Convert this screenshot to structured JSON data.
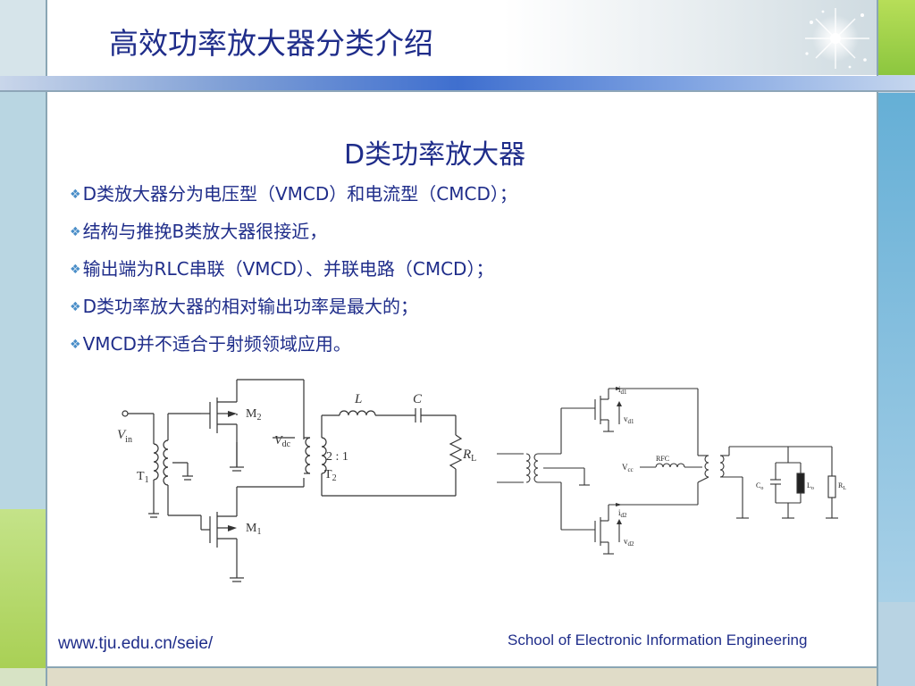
{
  "slide": {
    "title": "高效功率放大器分类介绍",
    "subtitle": "D类功率放大器",
    "bullets": [
      "D类放大器分为电压型（VMCD）和电流型（CMCD）；",
      "结构与推挽B类放大器很接近，",
      "输出端为RLC串联（VMCD）、并联电路（CMCD）；",
      "D类功率放大器的相对输出功率是最大的；",
      "VMCD并不适合于射频领域应用。"
    ],
    "bullet_icon": "diamond-bullet-icon"
  },
  "circuit_voltage_mode": {
    "vin_label": "V",
    "vin_sub": "in",
    "t1_label": "T",
    "t1_sub": "1",
    "m2_label": "M",
    "m2_sub": "2",
    "m1_label": "M",
    "m1_sub": "1",
    "vdc_label": "V",
    "vdc_sub": "dc",
    "ratio_label": "2 : 1",
    "t2_label": "T",
    "t2_sub": "2",
    "l_label": "L",
    "c_label": "C",
    "rl_label": "R",
    "rl_sub": "L"
  },
  "circuit_current_mode": {
    "id1_label": "i",
    "id1_sub": "d1",
    "vd1_label": "v",
    "vd1_sub": "d1",
    "rfc_label": "RFC",
    "vcc_label": "V",
    "vcc_sub": "cc",
    "id2_label": "i",
    "id2_sub": "d2",
    "vd2_label": "v",
    "vd2_sub": "d2",
    "co_label": "C",
    "co_sub": "o",
    "lo_label": "L",
    "lo_sub": "o",
    "rl_label": "R",
    "rl_sub": "L"
  },
  "footer": {
    "url": "www.tju.edu.cn/seie/",
    "school": "School of Electronic Information Engineering"
  },
  "colors": {
    "title": "#1f2d8a",
    "bullet": "#4a8ec8",
    "band_green": "#8cc63f",
    "band_blue": "#65afd6"
  }
}
